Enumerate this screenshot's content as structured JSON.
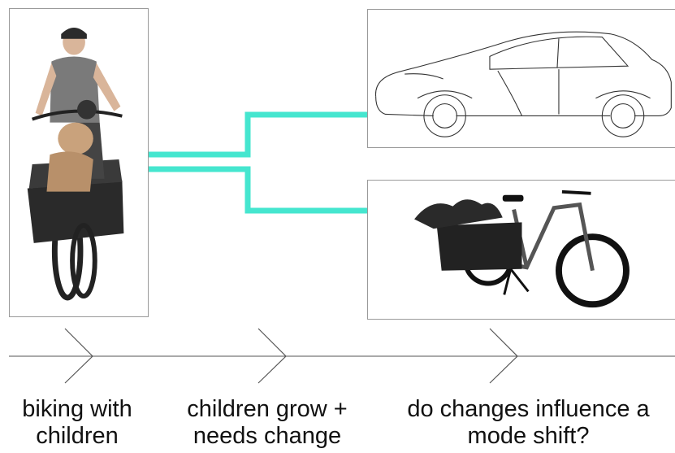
{
  "captions": [
    {
      "line1": "biking with",
      "line2": "children"
    },
    {
      "line1": "children grow +",
      "line2": "needs change"
    },
    {
      "line1": "do changes influence a",
      "line2": "mode shift?"
    }
  ],
  "colors": {
    "connector": "#45e6cf",
    "timeline": "#555555",
    "frame": "#9a9a9a",
    "caption": "#111111"
  },
  "images": {
    "left": "family-cargo-bike-photo",
    "top_right": "car-line-drawing",
    "bottom_right": "longtail-cargo-bike-photo"
  }
}
